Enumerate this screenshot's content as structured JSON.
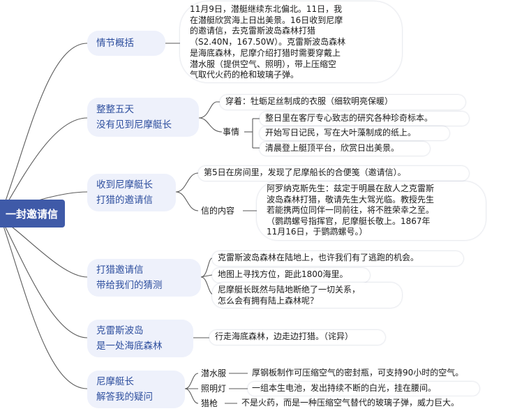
{
  "root": {
    "title": "一封邀请信"
  },
  "topics": [
    {
      "id": "t1",
      "lines": [
        "情节概括"
      ]
    },
    {
      "id": "t2",
      "lines": [
        "整整五天",
        "没有见到尼摩艇长"
      ]
    },
    {
      "id": "t3",
      "lines": [
        "收到尼摩艇长",
        "打猎的邀请信"
      ]
    },
    {
      "id": "t4",
      "lines": [
        "打猎邀请信",
        "带给我们的猜测"
      ]
    },
    {
      "id": "t5",
      "lines": [
        "克雷斯波岛",
        "是一处海底森林"
      ]
    },
    {
      "id": "t6",
      "lines": [
        "尼摩艇长",
        "解答我的疑问"
      ]
    }
  ],
  "summary": "11月9日，潜艇继续东北偏北。11日，我\n在潜艇欣赏海上日出美景。16日收到尼摩\n的邀请信，去克雷斯波岛森林打猎\n（S2.40N，167.50W）。克雷斯波岛森林\n是海底森林，尼摩介绍打猎时需要穿戴上\n潜水服（提供空气、照明），带上压缩空\n气取代火药的枪和玻璃子弹。",
  "five_days": {
    "wear": "穿着：牡蛎足丝制成的衣服（细软明亮保暖）",
    "things_label": "事情",
    "things": [
      "整日里在客厅专心致志的研究各种珍奇标本。",
      "开始写日记民，写在大叶藻制成的纸上。",
      "清晨登上艇顶平台，欣赏日出美景。"
    ]
  },
  "invitation": {
    "found": "第5日在房间里，发现了尼摩船长的合便笺（邀请信）。",
    "content_label": "信的内容",
    "content": "阿罗纳克斯先生：兹定于明晨在敌人之克雷斯\n波岛森林打猎，敬请先生大驾光临。教授先生\n若能携两位同伴一同前往，将不胜荣幸之至。\n（鹦鹉螺号指挥官，尼摩艇长敬上。1867年\n11月16日，于鹦鹉螺号。）"
  },
  "guesses": [
    "克雷斯波岛森林在陆地上，也许我们有了逃跑的机会。",
    "地图上寻找方位，距此1800海里。",
    "尼摩艇长既然与陆地断绝了一切关系，\n怎么会有拥有陆上森林呢？"
  ],
  "forest": "行走海底森林，边走边打猎。（诧异）",
  "answers": [
    {
      "label": "潜水服",
      "text": "厚钢板制作可压缩空气的密封瓶，可支持90小时的空气。"
    },
    {
      "label": "照明灯",
      "text": "一组本生电池，发出持续不断的白光，挂在腰间。"
    },
    {
      "label": "猎枪",
      "text": "不是火药，而是一种压缩空气替代的玻璃子弹，威力巨大。"
    }
  ],
  "colors": {
    "root_bg": "#3f5aa8",
    "topic_bg": "#eef1fb",
    "topic_text": "#2d4e9e",
    "line": "#5a5a5a"
  }
}
